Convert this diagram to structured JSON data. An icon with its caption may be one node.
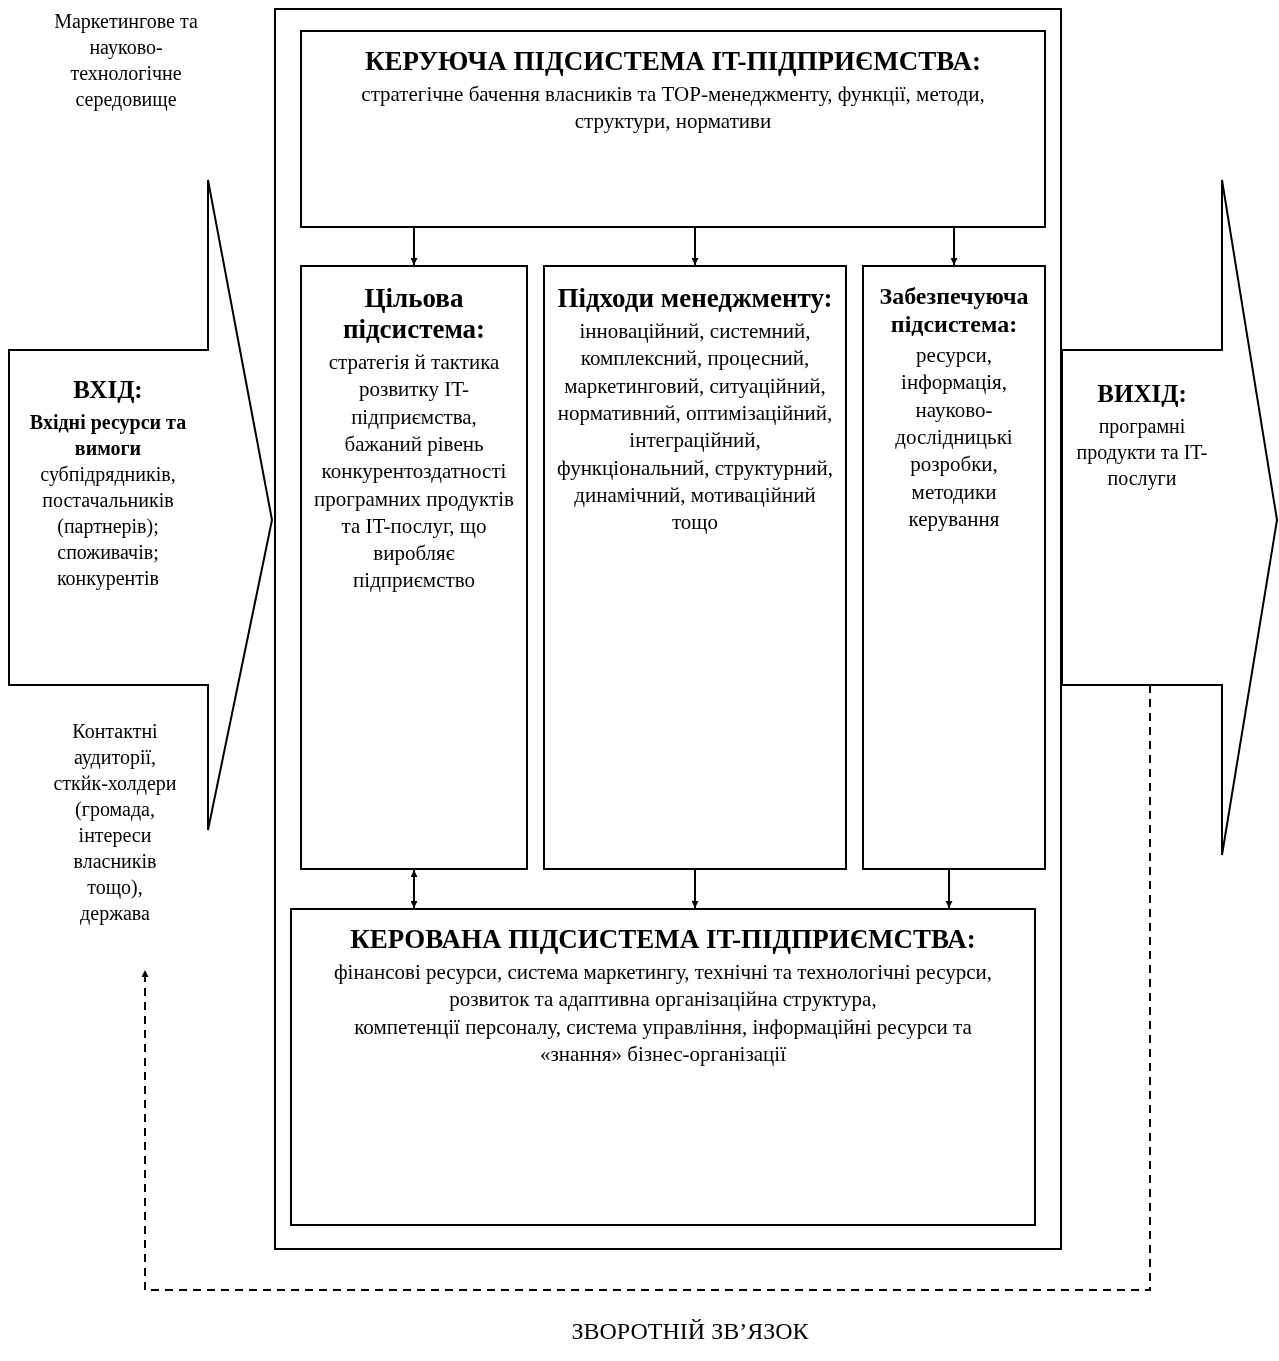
{
  "diagram": {
    "nodes": [
      {
        "text": [],
        "shape": "box"
      },
      {
        "text": [
          "КЕРУЮЧА ПІДСИСТЕМА IT-ПІДПРИЄМСТВА:",
          "стратегічне бачення власників та ТОР-менеджменту, функції, методи, структури, нормативи"
        ],
        "in": 0
      },
      {
        "text": [
          "Цільова підсистема:",
          "стратегія й тактика розвитку IT-підприємства, бажаний рівень конкурентоздатності програмних продуктів та IT-послуг, що виробляє підприємство"
        ],
        "in": 0
      },
      {
        "text": [
          "Підходи менеджменту:",
          "інноваційний, системний, комплексний, процесний, маркетинговий, ситуаційний, нормативний, оптимізаційний, інтеграційний, функціональний, структурний, динамічний, мотиваційний тощо"
        ],
        "in": 0
      },
      {
        "text": [
          "Забезпечуюча підсистема:",
          "ресурси, інформація, науково-дослідницькі розробки, методики керування"
        ],
        "in": 0
      },
      {
        "text": [
          "КЕРОВАНА ПІДСИСТЕМА IT-ПІДПРИЄМСТВА:",
          "фінансові ресурси, система маркетингу, технічні та технологічні ресурси, розвиток та адаптивна організаційна структура,",
          "компетенції персоналу, система управління, інформаційні ресурси та «знання» бізнес-організації"
        ],
        "in": 0
      },
      {
        "text": [
          "ВХІД:",
          "**Вхідні ресурси та вимоги** субпідрядників, постачальників (партнерів); споживачів; конкурентів"
        ],
        "beside": [
          "Маркетингове та науково-технологічне середовище",
          "Контактні аудиторії, сткйк-холдери (громада, інтереси власників тощо), держава"
        ]
      },
      {
        "text": [
          "ВИХІД:",
          "програмні продукти та IT-послуги"
        ]
      }
    ],
    "edges": [
      {
        "from": 1,
        "to": 2,
        "arrow": "to"
      },
      {
        "from": 1,
        "to": 3,
        "arrow": "to"
      },
      {
        "from": 1,
        "to": 4,
        "arrow": "to"
      },
      {
        "from": 2,
        "to": 5,
        "arrow": "both"
      },
      {
        "from": 3,
        "to": 5,
        "arrow": "to"
      },
      {
        "from": 4,
        "to": 5,
        "arrow": "to"
      },
      {
        "from": 7,
        "to": 6,
        "arrow": "to",
        "style": "dashed",
        "label": "ЗВОРОТНІЙ ЗВ’ЯЗОК"
      }
    ]
  }
}
